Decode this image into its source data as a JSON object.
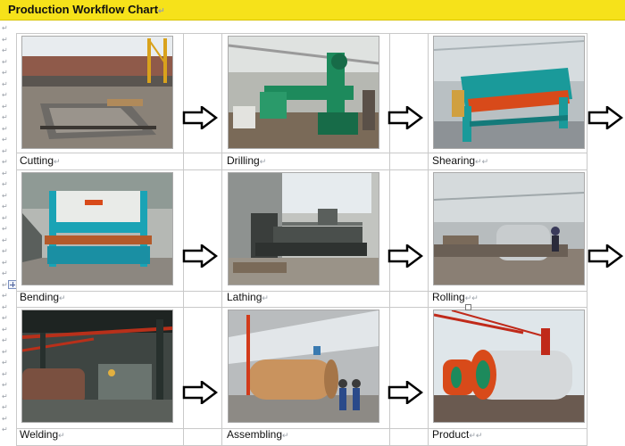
{
  "document": {
    "title": "Production Workflow Chart",
    "paragraph_mark": "↵"
  },
  "steps": [
    {
      "label": "Cutting",
      "mark": "↵",
      "icon": "cutting-photo"
    },
    {
      "label": "Drilling",
      "mark": "↵",
      "icon": "drilling-photo"
    },
    {
      "label": "Shearing",
      "mark": "↵↵",
      "icon": "shearing-photo"
    },
    {
      "label": "Bending",
      "mark": "↵",
      "icon": "bending-photo"
    },
    {
      "label": "Lathing",
      "mark": "↵",
      "icon": "lathing-photo"
    },
    {
      "label": "Rolling",
      "mark": "↵↵",
      "icon": "rolling-photo"
    },
    {
      "label": "Welding",
      "mark": "↵",
      "icon": "welding-photo"
    },
    {
      "label": "Assembling",
      "mark": "↵",
      "icon": "assembling-photo"
    },
    {
      "label": "Product",
      "mark": "↵↵",
      "icon": "product-photo"
    }
  ],
  "arrow_icon": "right-arrow-icon",
  "colors": {
    "banner": "#f6e21a",
    "machine_green": "#1d8a5c",
    "machine_teal": "#1a9a9a",
    "boiler_orange": "#d84a1a"
  }
}
